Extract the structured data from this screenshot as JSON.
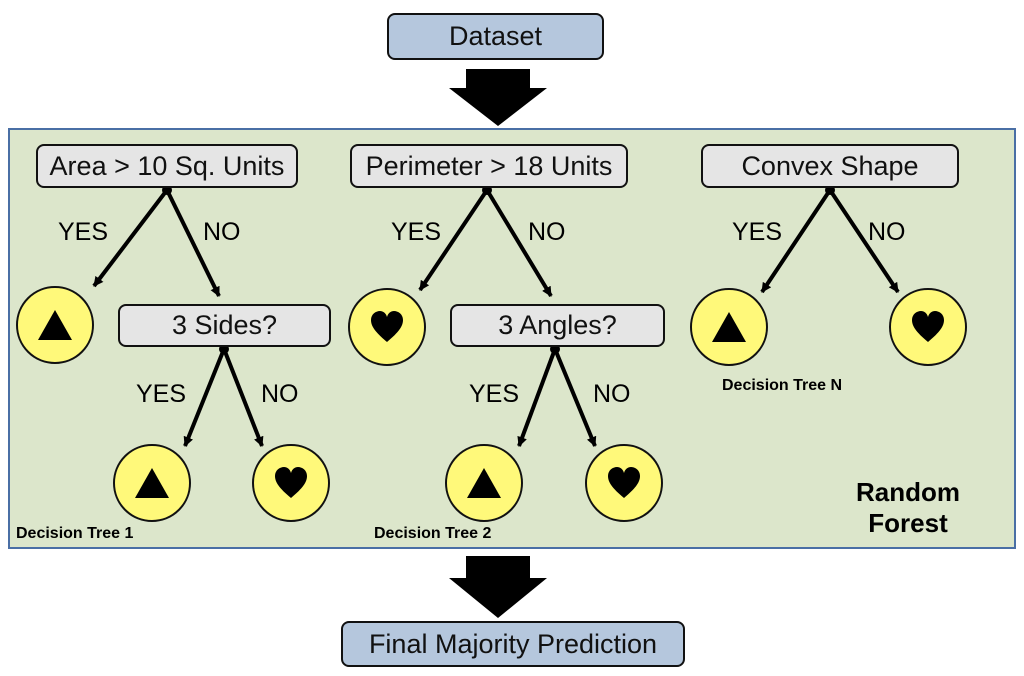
{
  "top_box": "Dataset",
  "bottom_box": "Final Majority Prediction",
  "forest_label_line1": "Random",
  "forest_label_line2": "Forest",
  "colors": {
    "panel": "#dce6cb",
    "panel_border": "#4a6fa5",
    "top_bottom_box": "#b5c7dd",
    "node_box": "#e5e5e5",
    "leaf": "#fff97a"
  },
  "trees": [
    {
      "name": "Decision Tree 1",
      "root": "Area > 10 Sq. Units",
      "root_yes": "YES",
      "root_no": "NO",
      "yes_leaf": "triangle-icon",
      "sub_node": "3 Sides?",
      "sub_yes": "YES",
      "sub_no": "NO",
      "sub_yes_leaf": "triangle-icon",
      "sub_no_leaf": "heart-icon"
    },
    {
      "name": "Decision Tree 2",
      "root": "Perimeter > 18 Units",
      "root_yes": "YES",
      "root_no": "NO",
      "yes_leaf": "heart-icon",
      "sub_node": "3 Angles?",
      "sub_yes": "YES",
      "sub_no": "NO",
      "sub_yes_leaf": "triangle-icon",
      "sub_no_leaf": "heart-icon"
    },
    {
      "name": "Decision Tree N",
      "root": "Convex Shape",
      "root_yes": "YES",
      "root_no": "NO",
      "yes_leaf": "triangle-icon",
      "no_leaf": "heart-icon"
    }
  ]
}
